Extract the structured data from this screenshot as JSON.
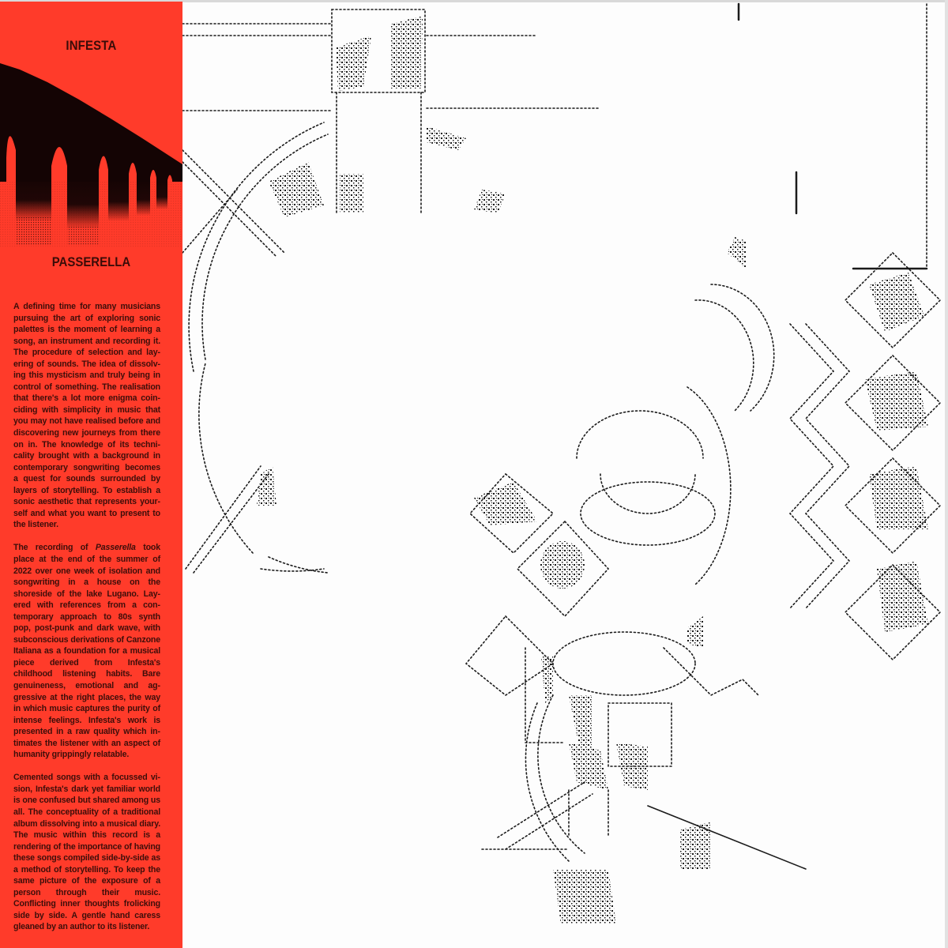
{
  "cover": {
    "artist": "INFESTA",
    "album": "PASSERELLA",
    "panel_color": "#ff3b2a",
    "text_color": "#3d0e0a",
    "artwork": {
      "left_panel": "bridge-arches-silhouette",
      "right_panel": "architectural-garden-plan-drawing"
    }
  },
  "liner_notes": {
    "p1": "A defining time for many musicians pursuing the art of exploring sonic palettes is the moment of learning a song, an instrument and recording it. The procedure of selection and lay­ering of sounds. The idea of dissolv­ing this mysticism and truly being in control of something. The realisation that there's a lot more enigma coin­ciding with simplicity in music that you may not have realised before and discovering new journeys from there on in. The knowledge of its techni­cality brought with a background in contemporary songwriting becomes a quest for sounds surrounded by layers of storytelling. To establish a sonic aesthetic that represents your­self and what you want to present to the listener.",
    "p2_before": "The recording of ",
    "p2_title": "Passerella",
    "p2_after": " took place at the end of the summer of 2022 over one week of isolation and songwriting in a house on the shoreside of the lake Lugano. Lay­ered with references from a con­temporary approach to 80s synth pop, post-punk and dark wave, with subconscious derivations of Can­zone Italiana as a foundation for a musical piece derived from Infes­ta's childhood listening habits. Bare genuineness, emotional and ag­gressive at the right places, the way in which music captures the purity of intense feelings. Infesta's work is presented in a raw quality which in­timates the listener with an aspect of humanity grippingly relatable.",
    "p3": "Cemented songs with a focussed vi­sion, Infesta's dark yet familiar world is one confused but shared among us all. The conceptuality of a tradition­al album dissolving into a musical diary. The music within this record is a rendering of the importance of having these songs compiled side-by-side as a method of storytelling. To keep the same picture of the expo­sure of a person through their music. Conflicting inner thoughts frolicking side by side. A gentle hand caress gleaned by an author to its listener."
  }
}
